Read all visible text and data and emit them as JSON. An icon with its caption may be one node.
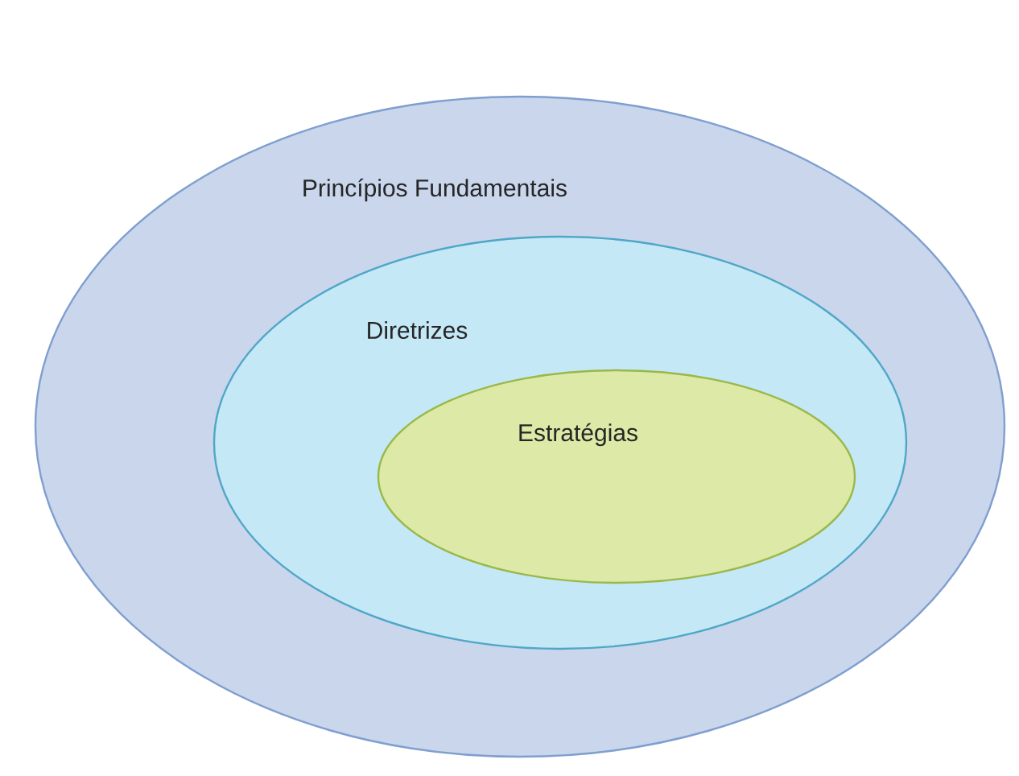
{
  "diagram": {
    "nodes": [
      {
        "text": [
          "Princípios Fundamentais"
        ]
      },
      {
        "text": [
          "Diretrizes"
        ],
        "in": 0
      },
      {
        "text": [
          "Estratégias"
        ],
        "in": 1
      }
    ]
  }
}
